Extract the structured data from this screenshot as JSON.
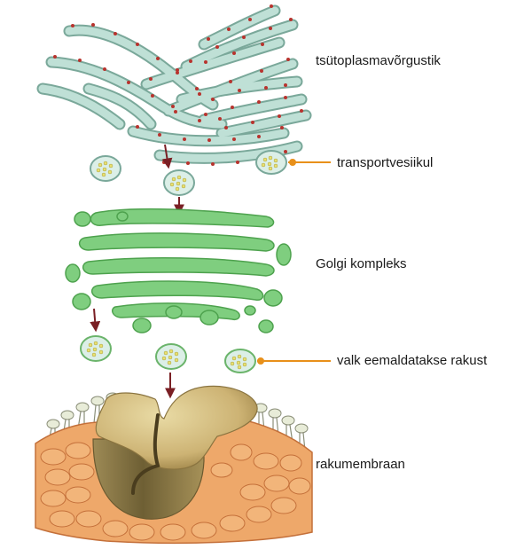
{
  "labels": {
    "er": "tsütoplasmavõrgustik",
    "transport_vesicle": "transportvesiikul",
    "golgi": "Golgi kompleks",
    "secreted_protein": "valk eemaldatakse rakust",
    "membrane": "rakumembraan"
  },
  "colors": {
    "er_fill": "#bfe0d6",
    "er_stroke": "#7aa89a",
    "ribosome": "#b8332e",
    "golgi_fill": "#7fce7f",
    "golgi_stroke": "#4ea24e",
    "vesicle_fill": "#dcefe7",
    "vesicle_dot": "#e8e070",
    "arrow": "#7a1f24",
    "leader": "#e8901a",
    "cell_orange": "#eea86a",
    "cell_stroke": "#c4703a",
    "protein": "#d9c48a"
  }
}
